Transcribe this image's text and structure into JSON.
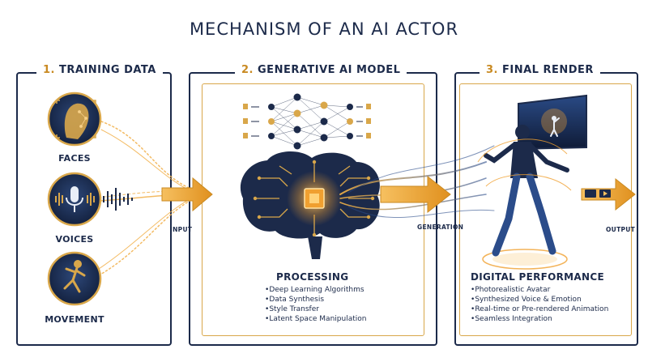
{
  "title": "MECHANISM OF AN AI ACTOR",
  "panels": [
    {
      "num": "1.",
      "name": "TRAINING DATA"
    },
    {
      "num": "2.",
      "name": "GENERATIVE AI MODEL"
    },
    {
      "num": "3.",
      "name": "FINAL RENDER"
    }
  ],
  "training": {
    "faces": "FACES",
    "voices": "VOICES",
    "movement": "MOVEMENT"
  },
  "flow": {
    "input": "INPUT",
    "generation": "GENERATION",
    "output": "OUTPUT"
  },
  "processing": {
    "heading": "PROCESSING",
    "items": [
      "Deep Learning Algorithms",
      "Data Synthesis",
      "Style Transfer",
      "Latent Space Manipulation"
    ]
  },
  "performance": {
    "heading": "DIGITAL PERFORMANCE",
    "items": [
      "Photorealistic Avatar",
      "Synthesized Voice & Emotion",
      "Real-time or Pre-rendered Animation",
      "Seamless Integration"
    ]
  },
  "colors": {
    "navy": "#1c2a4a",
    "gold": "#d9a74a",
    "orange": "#f0a030"
  }
}
